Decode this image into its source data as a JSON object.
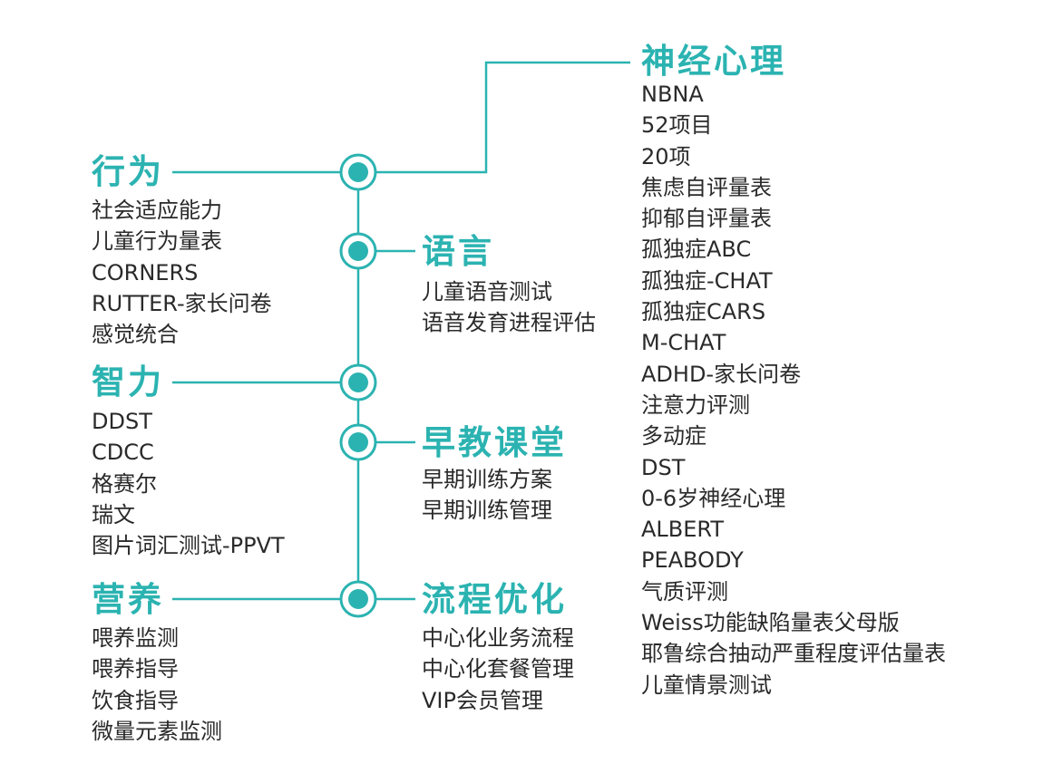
{
  "theme": {
    "accent": "#2bb3b1",
    "text": "#2a2a2a"
  },
  "groups": {
    "behavior": {
      "title": "行为",
      "items": [
        "社会适应能力",
        "儿童行为量表",
        "CORNERS",
        "RUTTER-家长问卷",
        "感觉统合"
      ]
    },
    "language": {
      "title": "语言",
      "items": [
        "儿童语音测试",
        "语音发育进程评估"
      ]
    },
    "intelligence": {
      "title": "智力",
      "items": [
        "DDST",
        "CDCC",
        "格赛尔",
        "瑞文",
        "图片词汇测试-PPVT"
      ]
    },
    "early_education": {
      "title": "早教课堂",
      "items": [
        "早期训练方案",
        "早期训练管理"
      ]
    },
    "nutrition": {
      "title": "营养",
      "items": [
        "喂养监测",
        "喂养指导",
        "饮食指导",
        "微量元素监测"
      ]
    },
    "process": {
      "title": "流程优化",
      "items": [
        "中心化业务流程",
        "中心化套餐管理",
        "VIP会员管理"
      ]
    },
    "neuropsych": {
      "title": "神经心理",
      "items": [
        "NBNA",
        "52项目",
        "20项",
        "焦虑自评量表",
        "抑郁自评量表",
        "孤独症ABC",
        "孤独症-CHAT",
        "孤独症CARS",
        "M-CHAT",
        "ADHD-家长问卷",
        "注意力评测",
        "多动症",
        "DST",
        "0-6岁神经心理",
        "ALBERT",
        "PEABODY",
        "气质评测",
        "Weiss功能缺陷量表父母版",
        "耶鲁综合抽动严重程度评估量表",
        "儿童情景测试"
      ]
    }
  }
}
